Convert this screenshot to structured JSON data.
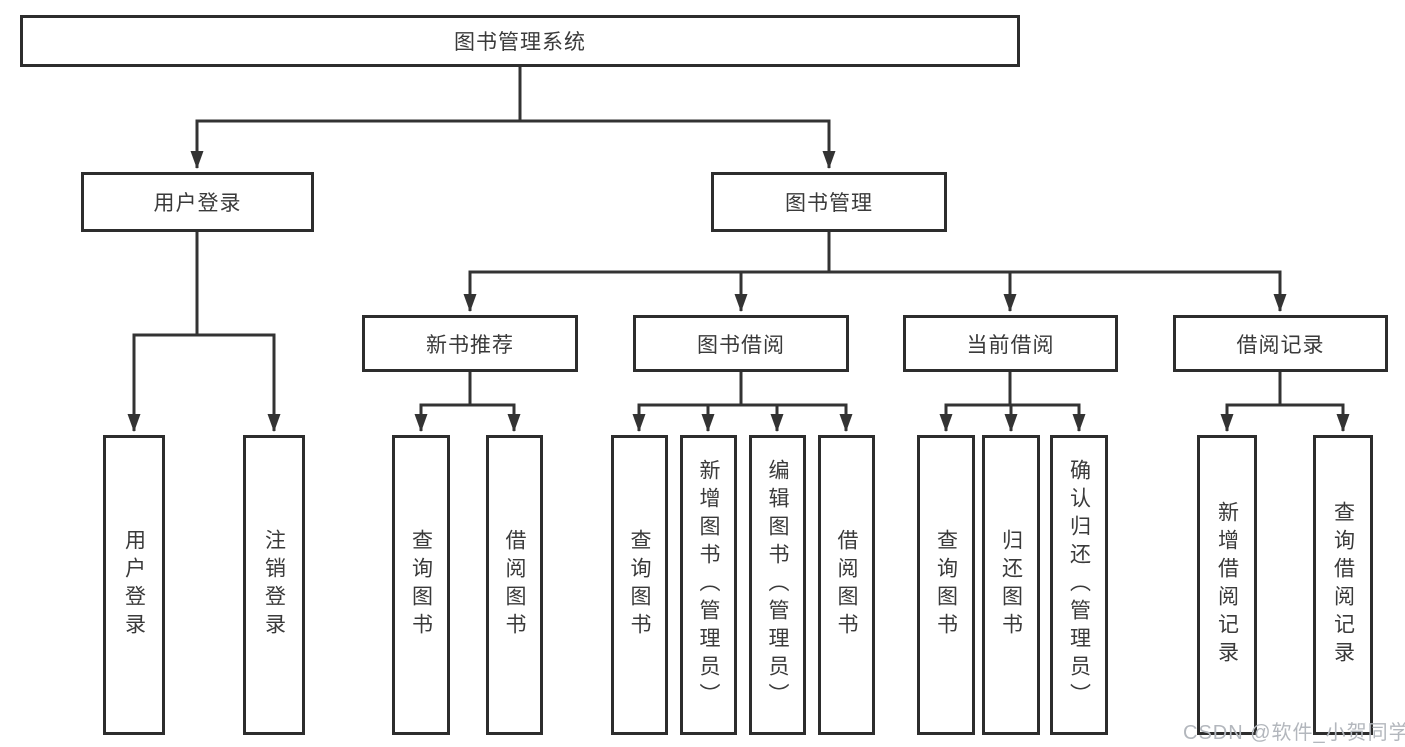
{
  "diagram": {
    "root": {
      "label": "图书管理系统"
    },
    "level2": {
      "user_login": {
        "label": "用户登录"
      },
      "book_mgmt": {
        "label": "图书管理"
      }
    },
    "level3": {
      "new_book": {
        "label": "新书推荐"
      },
      "book_borrow": {
        "label": "图书借阅"
      },
      "current_borrow": {
        "label": "当前借阅"
      },
      "borrow_record": {
        "label": "借阅记录"
      }
    },
    "leaves": {
      "user_login": [
        "用户登录",
        "注销登录"
      ],
      "new_book": [
        "查询图书",
        "借阅图书"
      ],
      "book_borrow": [
        "查询图书",
        "新增图书（管理员）",
        "编辑图书（管理员）",
        "借阅图书"
      ],
      "current_borrow": [
        "查询图书",
        "归还图书",
        "确认归还（管理员）"
      ],
      "borrow_record": [
        "新增借阅记录",
        "查询借阅记录"
      ]
    }
  },
  "watermark": "CSDN @软件_小贺同学",
  "colors": {
    "line": "#333333",
    "text": "#3a3a3a",
    "border": "#2d2d2d",
    "watermark": "#b3b7bd",
    "background": "#ffffff"
  }
}
